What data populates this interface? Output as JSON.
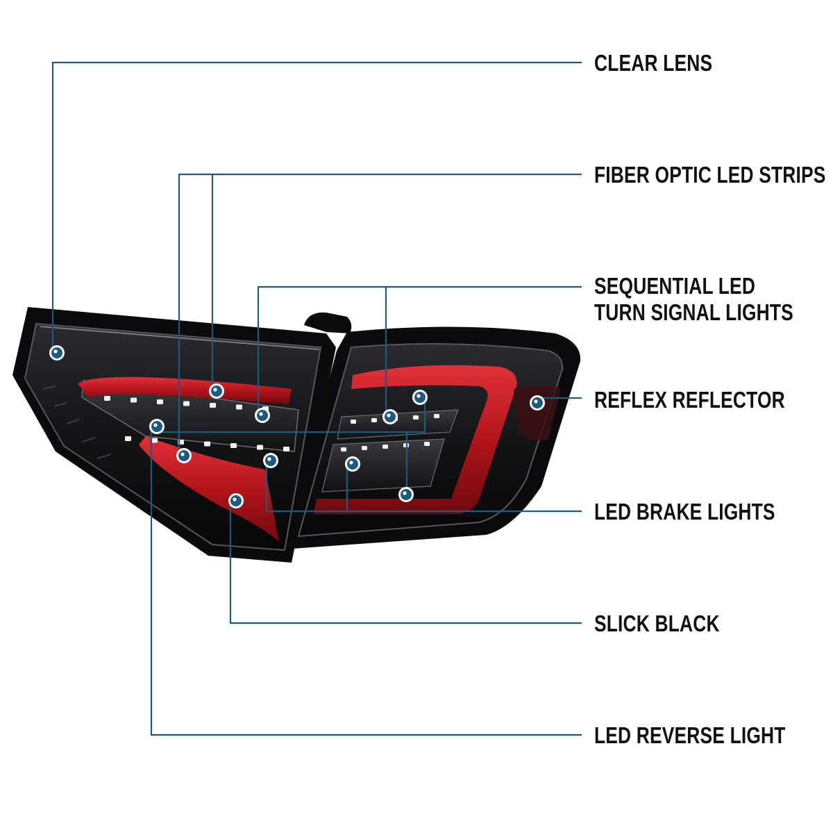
{
  "colors": {
    "leader_line": "#1c5a7e",
    "dot_fill": "#1c5a7e",
    "dot_ring": "#ffffff",
    "housing": "#0e0e10",
    "lens_bar": "#b3141b",
    "led_chip": "#f3f3ea"
  },
  "callouts": [
    {
      "id": "clear-lens",
      "lines": [
        "CLEAR LENS"
      ]
    },
    {
      "id": "fiber-optic-led-strips",
      "lines": [
        "FIBER OPTIC LED STRIPS"
      ]
    },
    {
      "id": "sequential-led-turn-signal-lights",
      "lines": [
        "SEQUENTIAL LED",
        "TURN SIGNAL LIGHTS"
      ]
    },
    {
      "id": "reflex-reflector",
      "lines": [
        "REFLEX REFLECTOR"
      ]
    },
    {
      "id": "led-brake-lights",
      "lines": [
        "LED BRAKE LIGHTS"
      ]
    },
    {
      "id": "slick-black",
      "lines": [
        "SLICK BLACK"
      ]
    },
    {
      "id": "led-reverse-light",
      "lines": [
        "LED REVERSE LIGHT"
      ]
    }
  ]
}
